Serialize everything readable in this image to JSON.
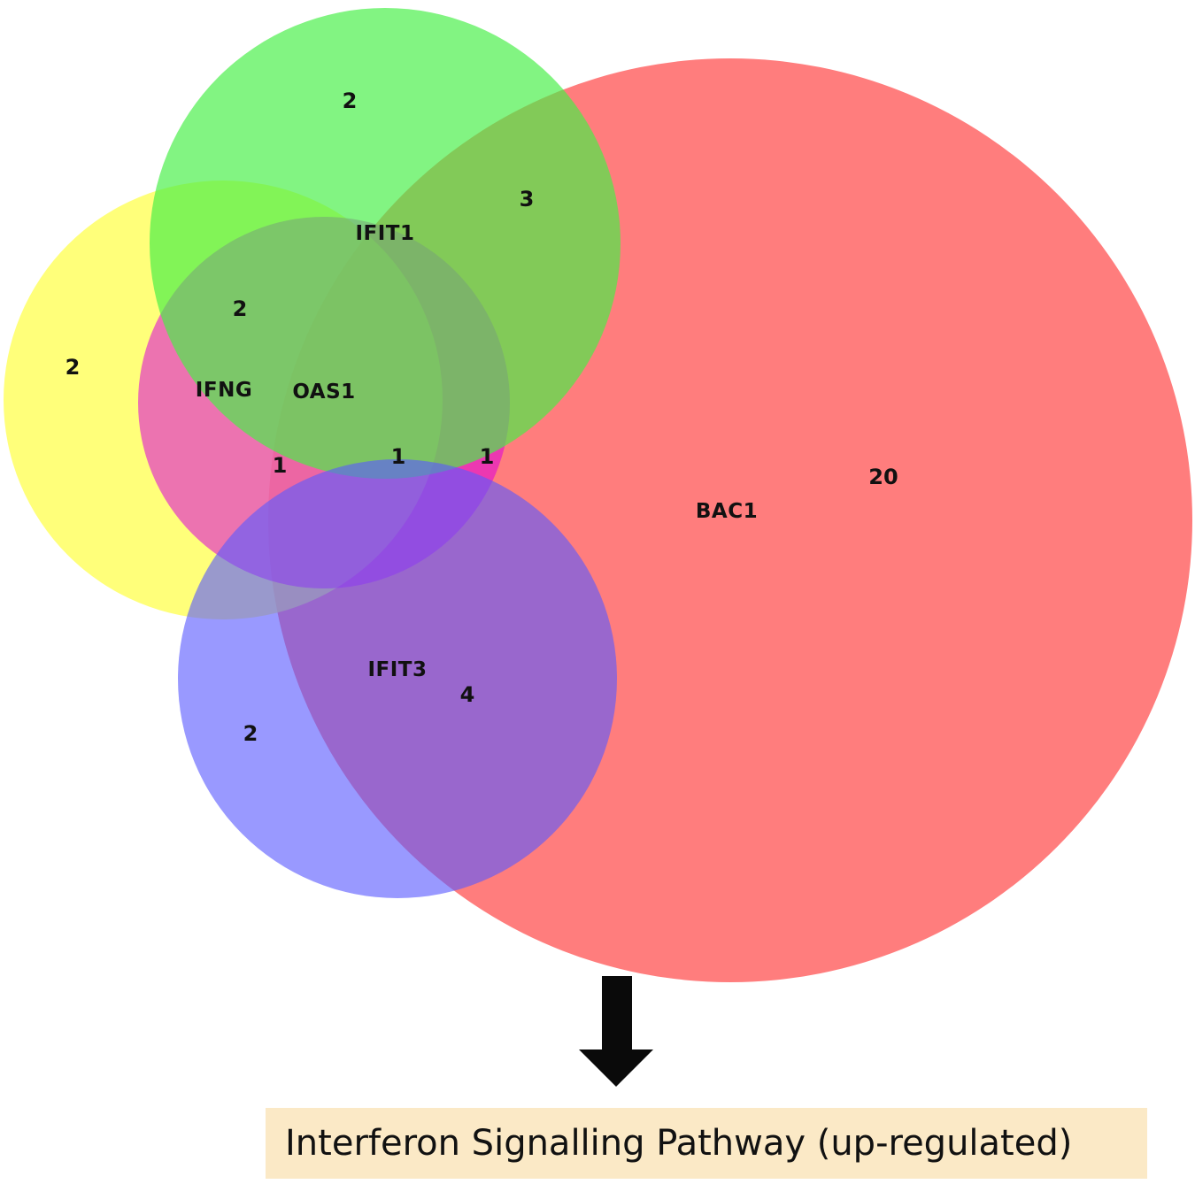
{
  "colors": {
    "red": "#ff6666",
    "green": "#47ef47",
    "yellow": "#ffff55",
    "magenta": "#dd00dd",
    "blue": "#5a5aff",
    "arrow": "#0a0a0a",
    "pathway_background": "#fbe9c6"
  },
  "venn": {
    "sets": [
      {
        "label": "BAC1",
        "color": "red"
      },
      {
        "label": "IFIT1",
        "color": "green"
      },
      {
        "label": "IFNG",
        "color": "yellow"
      },
      {
        "label": "OAS1",
        "color": "magenta"
      },
      {
        "label": "IFIT3",
        "color": "blue"
      }
    ],
    "region_counts": [
      {
        "id": "green-only",
        "value": "2"
      },
      {
        "id": "green-red",
        "value": "3"
      },
      {
        "id": "green-yellow-magenta",
        "value": "2"
      },
      {
        "id": "yellow-only",
        "value": "2"
      },
      {
        "id": "yellow-magenta",
        "value": "1"
      },
      {
        "id": "green-red-magenta",
        "value": "1"
      },
      {
        "id": "red-magenta",
        "value": "1"
      },
      {
        "id": "red-only",
        "value": "20"
      },
      {
        "id": "red-blue",
        "value": "4"
      },
      {
        "id": "blue-only",
        "value": "2"
      }
    ]
  },
  "pathway": {
    "label": "Interferon Signalling Pathway (up-regulated)"
  }
}
